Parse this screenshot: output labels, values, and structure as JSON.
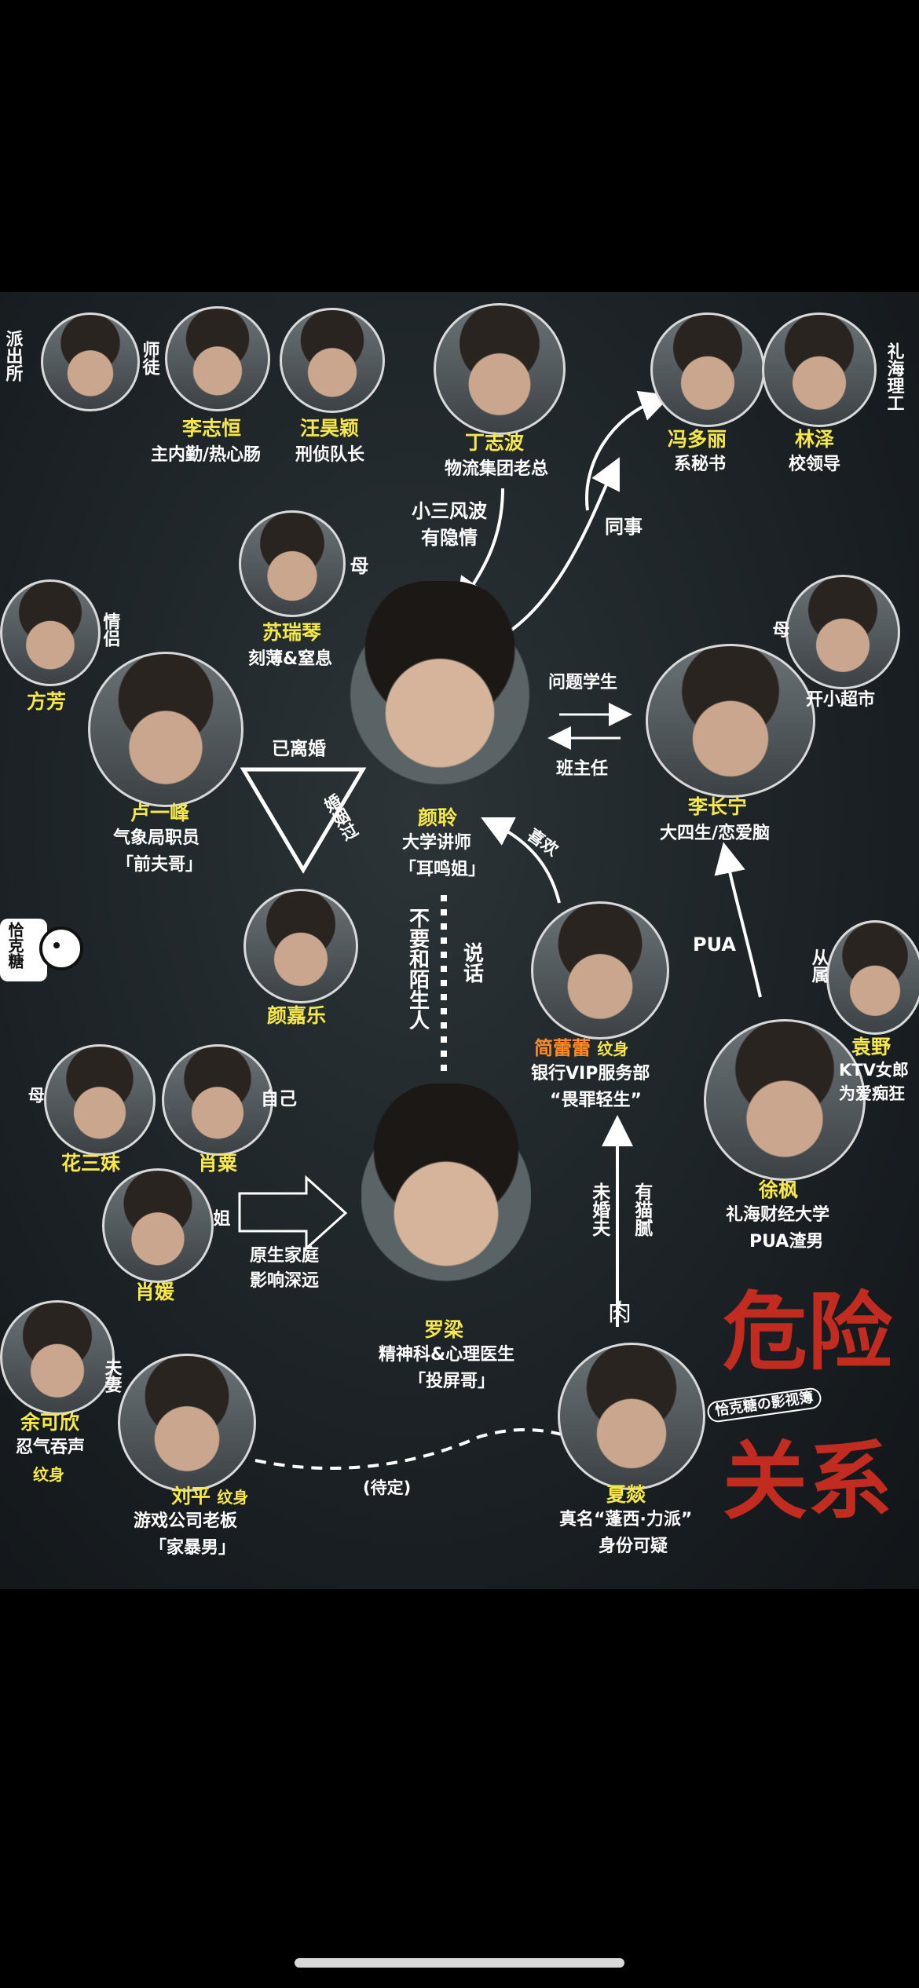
{
  "colors": {
    "name": "#f6e84a",
    "accent": "#ff8a2a",
    "title_red": "#c22b20",
    "background": "#1c2226"
  },
  "people": {
    "paichusuo": {
      "side": "派出所"
    },
    "shitu": {
      "rel": "师徒"
    },
    "lizhiheng": {
      "name": "李志恒",
      "desc": "主内勤/热心肠"
    },
    "wanghaoying": {
      "name": "汪昊颖",
      "desc": "刑侦队长"
    },
    "dingzhibo": {
      "name": "丁志波",
      "desc": "物流集团老总"
    },
    "fengduoli": {
      "name": "冯多丽",
      "desc": "系秘书"
    },
    "linze": {
      "name": "林泽",
      "desc": "校领导",
      "side": "礼海理工"
    },
    "suruiqin": {
      "name": "苏瑞琴",
      "desc": "刻薄&窒息",
      "rel": "母"
    },
    "fangfang": {
      "name": "方芳",
      "rel": "情侣"
    },
    "luyifeng": {
      "name": "卢一峰",
      "desc1": "气象局职员",
      "desc2": "「前夫哥」"
    },
    "yanling": {
      "name": "颜聆",
      "desc1": "大学讲师",
      "desc2": "「耳鸣姐」"
    },
    "lichangning": {
      "name": "李长宁",
      "desc": "大四生/恋爱脑",
      "mother_rel": "母",
      "mother_desc": "开小超市"
    },
    "yanjiale": {
      "name": "颜嘉乐"
    },
    "jianleilei": {
      "name": "简蕾蕾",
      "tattoo": "纹身",
      "desc1": "银行VIP服务部",
      "desc2": "“畏罪轻生”"
    },
    "yuanye": {
      "name": "袁野",
      "desc1": "KTV女郎",
      "desc2": "为爱痴狂",
      "rel": "从属"
    },
    "xufeng": {
      "name": "徐枫",
      "desc1": "礼海财经大学",
      "desc2": "PUA渣男"
    },
    "huasanmei": {
      "name": "花三妹",
      "rel": "母"
    },
    "xiaosu": {
      "name": "肖粟",
      "rel": "自己"
    },
    "xiaoyuan": {
      "name": "肖媛",
      "rel": "姐"
    },
    "luoliang": {
      "name": "罗梁",
      "desc1": "精神科&心理医生",
      "desc2": "「投屏哥」"
    },
    "yukexin": {
      "name": "余可欣",
      "desc": "忍气吞声",
      "tattoo": "纹身",
      "rel": "夫妻"
    },
    "liuping": {
      "name": "刘平",
      "tattoo": "纹身",
      "desc1": "游戏公司老板",
      "desc2": "「家暴男」"
    },
    "xiayan": {
      "name": "夏燚",
      "desc1": "真名“蓬西·力派”",
      "desc2": "身份可疑"
    }
  },
  "relations": {
    "xiaosan": "小三风波",
    "yinqing": "有隐情",
    "tongshi": "同事",
    "wenti": "问题学生",
    "banzhuren": "班主任",
    "yilihun": "已离婚",
    "hunyin": "婚姻过",
    "pua": "PUA",
    "buyao": "不要和陌生人",
    "shuohua": "说话",
    "weihunfu": "未婚夫",
    "youmaoni": "有猫腻",
    "yuansheng1": "原生家庭",
    "yuansheng2": "影响深远",
    "daiding": "(待定)",
    "chuanyin": "喜欢",
    "rou": "肉"
  },
  "branding": {
    "title1": "危险",
    "title2": "关系",
    "stamp": "恰克糖の影视簿",
    "logo": "恰克糖"
  }
}
